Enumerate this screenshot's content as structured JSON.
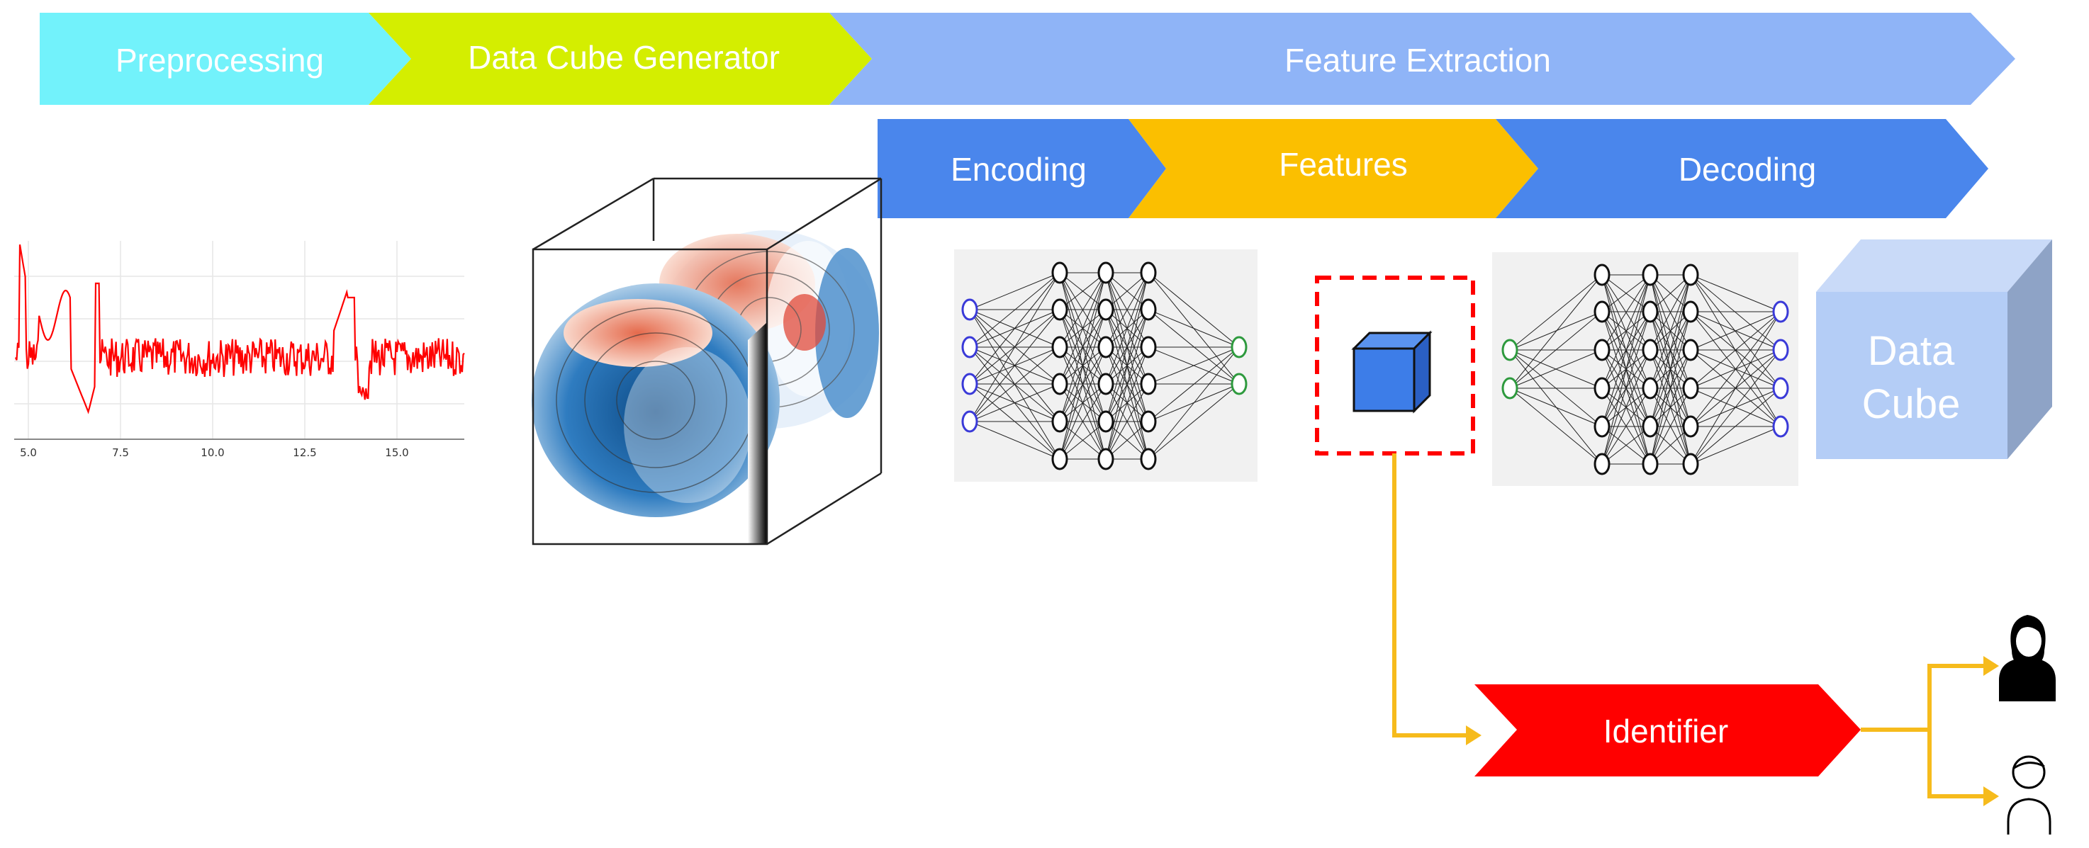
{
  "pipeline": {
    "preprocessing": "Preprocessing",
    "data_cube_generator": "Data Cube Generator",
    "feature_extraction": "Feature Extraction",
    "encoding": "Encoding",
    "features": "Features",
    "decoding": "Decoding"
  },
  "signal_plot": {
    "x_ticks": [
      "5.0",
      "7.5",
      "10.0",
      "12.5",
      "15.0"
    ]
  },
  "output_cube": {
    "line1": "Data",
    "line2": "Cube"
  },
  "identifier": {
    "label": "Identifier"
  },
  "colors": {
    "preprocessing": "#72f2fb",
    "data_cube_generator": "#d4ee00",
    "feature_extraction": "#8fb4f7",
    "encoding": "#4a86ec",
    "features": "#fbbf00",
    "decoding": "#4a86ec",
    "identifier": "#ff0000",
    "connector": "#f6bb1c",
    "signal": "#ff0000",
    "feature_cube": "#3d7de8",
    "data_cube": "#b4cdf6"
  },
  "icons": {
    "user_female": "user-female-icon",
    "user_male": "user-male-icon"
  }
}
